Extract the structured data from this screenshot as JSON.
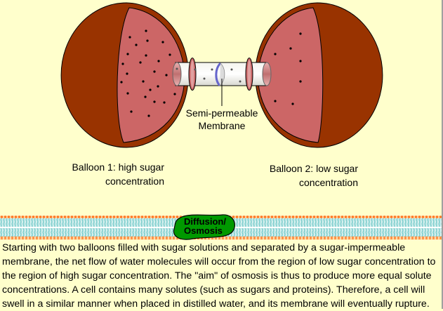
{
  "diagram": {
    "membrane_label_line1": "Semi-permeable",
    "membrane_label_line2": "Membrane",
    "balloon1_label_line1": "Balloon 1:  high sugar",
    "balloon1_label_line2": "concentration",
    "balloon2_label_line1": "Balloon 2: low sugar",
    "balloon2_label_line2": "concentration",
    "colors": {
      "balloon_shell": "#993300",
      "balloon_inner": "#cc6666",
      "background": "#ffffcc",
      "membrane": "#6666cc",
      "badge": "#009900"
    }
  },
  "section_badge": {
    "line1": "Diffusion/",
    "line2": "Osmosis"
  },
  "description": "Starting with two balloons filled with sugar solutions and separated by a sugar-impermeable membrane, the net flow of water molecules will occur from the region of low sugar concentration to the region of high sugar concentration.  The \"aim\" of osmosis is thus to produce more equal solute concentrations.  A cell contains many solutes (such as sugars and proteins).  Therefore, a cell will swell in a similar manner when placed in distilled water, and its membrane will eventually rupture."
}
